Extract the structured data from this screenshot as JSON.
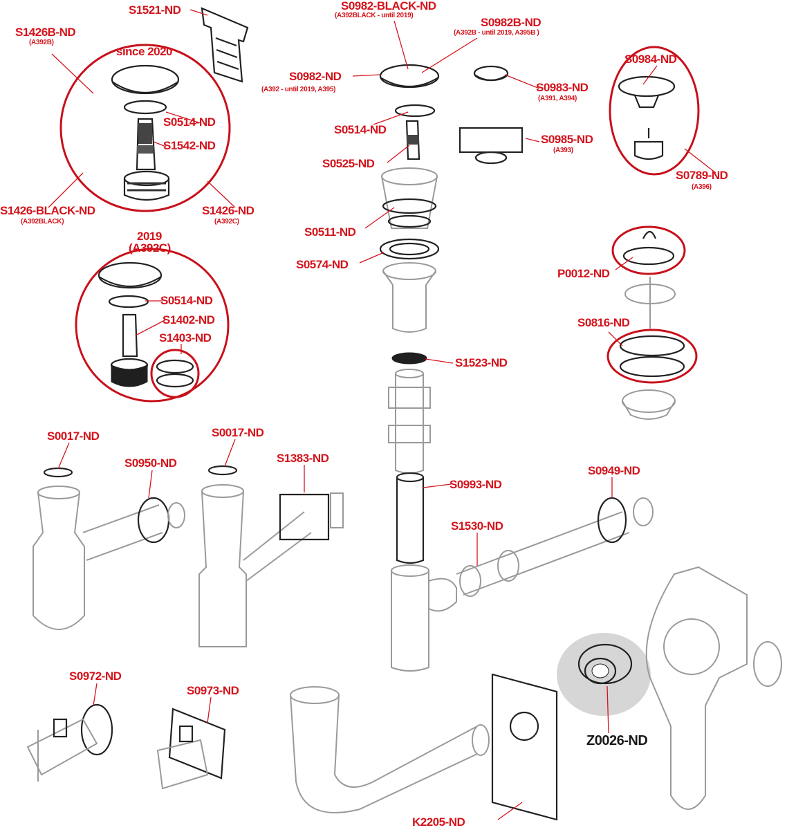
{
  "colors": {
    "accent": "#d4141c",
    "line": "#222222",
    "muted": "#9a9a9a",
    "highlight_bg": "#d6d6d6"
  },
  "labels": {
    "s1521": "S1521-ND",
    "s0982_black": "S0982-BLACK-ND",
    "s0982_black_sub": "(A392BLACK - until 2019)",
    "s0982b": "S0982B-ND",
    "s0982b_sub": "(A392B - until 2019, A395B )",
    "s1426b": "S1426B-ND",
    "s1426b_sub": "(A392B)",
    "since_2020": "since 2020",
    "s0982": "S0982-ND",
    "s0982_sub": "(A392 - until 2019, A395)",
    "s0983": "S0983-ND",
    "s0983_sub": "(A391, A394)",
    "s0984": "S0984-ND",
    "s0514_a": "S0514-ND",
    "s0514_b": "S0514-ND",
    "s0514_c": "S0514-ND",
    "s1542": "S1542-ND",
    "s0525": "S0525-ND",
    "s0985": "S0985-ND",
    "s0985_sub": "(A393)",
    "s0789": "S0789-ND",
    "s0789_sub": "(A396)",
    "s1426_black": "S1426-BLACK-ND",
    "s1426_black_sub": "(A392BLACK)",
    "s1426": "S1426-ND",
    "s1426_sub": "(A392C)",
    "s0511": "S0511-ND",
    "year_2019": "2019",
    "a392c": "(A392C)",
    "p0012": "P0012-ND",
    "s0574": "S0574-ND",
    "s1402": "S1402-ND",
    "s1403": "S1403-ND",
    "s0816": "S0816-ND",
    "s1523": "S1523-ND",
    "s0017_a": "S0017-ND",
    "s0017_b": "S0017-ND",
    "s0950": "S0950-ND",
    "s1383": "S1383-ND",
    "s0949": "S0949-ND",
    "s0993": "S0993-ND",
    "s1530": "S1530-ND",
    "s0972": "S0972-ND",
    "s0973": "S0973-ND",
    "z0026": "Z0026-ND",
    "k2205": "K2205-ND"
  }
}
